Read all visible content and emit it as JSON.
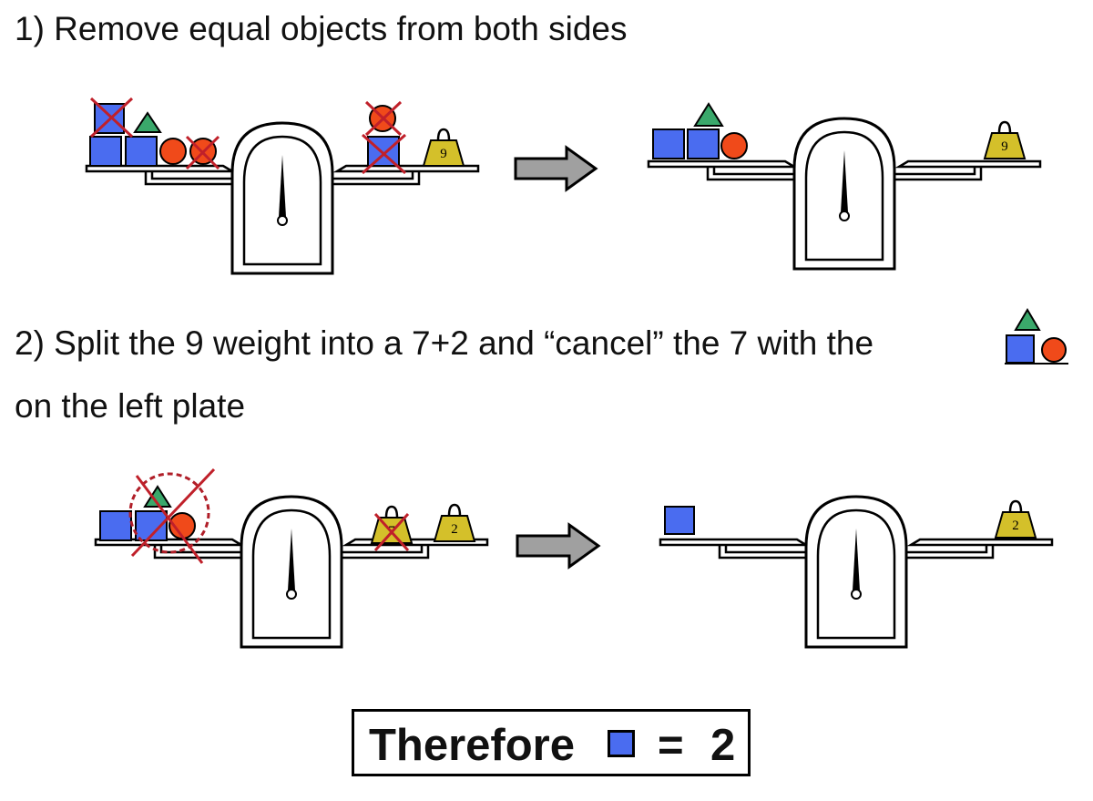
{
  "steps": {
    "step1": "1) Remove equal objects from both sides",
    "step2_line1": "2) Split the 9 weight into a 7+2 and “cancel” the 7 with the",
    "step2_line2": "on the left plate"
  },
  "weights": {
    "nine": "9",
    "seven": "7",
    "two": "2"
  },
  "result": {
    "word": "Therefore",
    "equals": "=",
    "value": "2"
  },
  "colors": {
    "cube": "#4a6cf0",
    "triangle": "#3aa86b",
    "ball": "#f04a1a",
    "weight": "#d4c02a",
    "cross": "#c0202a",
    "arrow": "#a0a0a0"
  }
}
